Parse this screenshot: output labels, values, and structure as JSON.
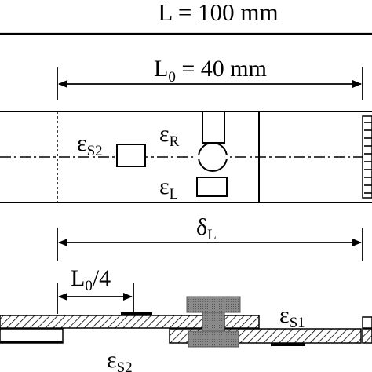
{
  "labels": {
    "overall_length": "L = 100 mm",
    "gauge_length_symbol": "L",
    "gauge_length_sub": "0",
    "gauge_length_rest": " = 40 mm",
    "delta_symbol": "δ",
    "delta_sub": "L",
    "quarter_symbol": "L",
    "quarter_sub": "0",
    "quarter_rest": "/4",
    "eps_s2_symbol": "ε",
    "eps_s2_sub": "S2",
    "eps_r_symbol": "ε",
    "eps_r_sub": "R",
    "eps_l_symbol": "ε",
    "eps_l_sub": "L",
    "eps_s1_symbol": "ε",
    "eps_s1_sub": "S1",
    "eps_s2_bottom_symbol": "ε",
    "eps_s2_bottom_sub": "S2"
  }
}
